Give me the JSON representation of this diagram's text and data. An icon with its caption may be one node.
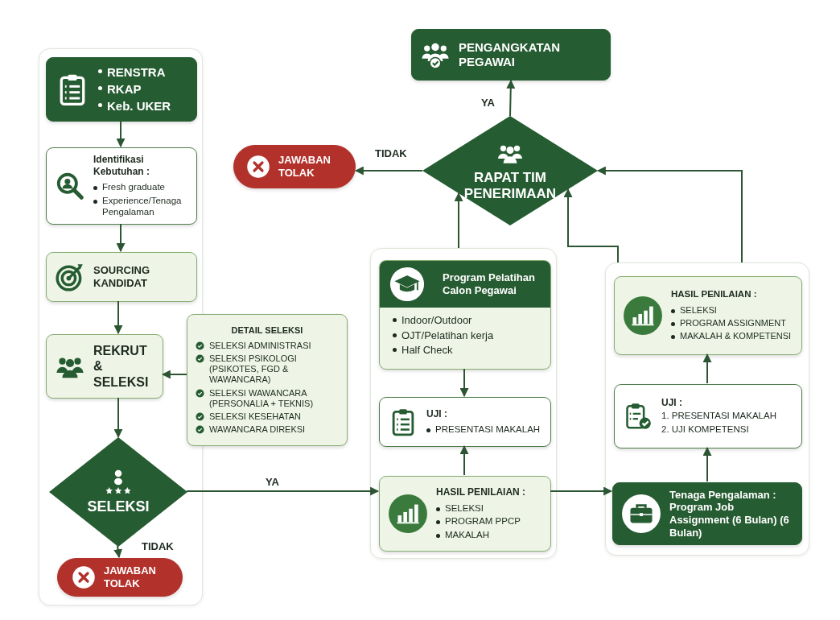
{
  "diagram": {
    "nodes": [
      {
        "text": [],
        "shape": "box"
      },
      {
        "text": [
          "RENSTRA",
          "RKAP",
          "Keb. UKER"
        ],
        "in": 0
      },
      {
        "text": [
          "Identifikasi Kebutuhan :",
          "Fresh graduate",
          "Experience/Tenaga Pengalaman"
        ],
        "in": 0
      },
      {
        "text": [
          "SOURCING KANDIDAT"
        ],
        "in": 0
      },
      {
        "text": [
          "REKRUT & SELEKSI"
        ],
        "in": 0
      },
      {
        "text": [
          "DETAIL SELEKSI",
          "SELEKSI ADMINISTRASI",
          "SELEKSI PSIKOLOGI (PSIKOTES, FGD & WAWANCARA)",
          "SELEKSI WAWANCARA (PERSONALIA + TEKNIS)",
          "SELEKSI KESEHATAN",
          "WAWANCARA DIREKSI"
        ]
      },
      {
        "text": [
          "SELEKSI"
        ],
        "in": 0
      },
      {
        "text": [
          "JAWABAN TOLAK"
        ],
        "in": 0
      },
      {
        "text": [],
        "shape": "box"
      },
      {
        "text": [
          "Program Pelatihan Calon Pegawai",
          "Indoor/Outdoor",
          "OJT/Pelatihan kerja",
          "Half Check"
        ],
        "in": 8
      },
      {
        "text": [
          "UJI :",
          "PRESENTASI MAKALAH"
        ],
        "in": 8
      },
      {
        "text": [
          "HASIL PENILAIAN :",
          "SELEKSI",
          "PROGRAM PPCP",
          "MAKALAH"
        ],
        "in": 8
      },
      {
        "text": [],
        "shape": "box"
      },
      {
        "text": [
          "HASIL PENILAIAN :",
          "SELEKSI",
          "PROGRAM ASSIGNMENT",
          "MAKALAH & KOMPETENSI"
        ],
        "in": 12
      },
      {
        "text": [
          "UJI :",
          "1. PRESENTASI MAKALAH",
          "2. UJI KOMPETENSI"
        ],
        "in": 12
      },
      {
        "text": [
          "Tenaga Pengalaman : Program Job Assignment (6 Bulan) (6 Bulan)"
        ],
        "in": 12
      },
      {
        "text": [
          "RAPAT TIM PENERIMAAN"
        ]
      },
      {
        "text": [
          "PENGANGKATAN PEGAWAI"
        ]
      },
      {
        "text": [
          "JAWABAN TOLAK"
        ]
      }
    ],
    "edges": [
      {
        "from": 1,
        "to": 2,
        "arrow": "to"
      },
      {
        "from": 2,
        "to": 3,
        "arrow": "to"
      },
      {
        "from": 3,
        "to": 4,
        "arrow": "to"
      },
      {
        "from": 5,
        "to": 4,
        "arrow": "to"
      },
      {
        "from": 4,
        "to": 6,
        "arrow": "to"
      },
      {
        "from": 6,
        "to": 7,
        "arrow": "to",
        "label": "TIDAK"
      },
      {
        "from": 6,
        "to": 11,
        "arrow": "to",
        "label": "YA"
      },
      {
        "from": 9,
        "to": 10,
        "arrow": "to"
      },
      {
        "from": 11,
        "to": 10,
        "arrow": "to"
      },
      {
        "from": 11,
        "to": 15,
        "arrow": "to"
      },
      {
        "from": 15,
        "to": 14,
        "arrow": "to"
      },
      {
        "from": 14,
        "to": 13,
        "arrow": "to"
      },
      {
        "from": 8,
        "to": 16,
        "arrow": "to"
      },
      {
        "from": 12,
        "to": 16,
        "arrow": "to"
      },
      {
        "from": 12,
        "to": 16,
        "arrow": "to"
      },
      {
        "from": 16,
        "to": 17,
        "arrow": "to",
        "label": "YA"
      },
      {
        "from": 16,
        "to": 18,
        "arrow": "to",
        "label": "TIDAK"
      }
    ]
  }
}
